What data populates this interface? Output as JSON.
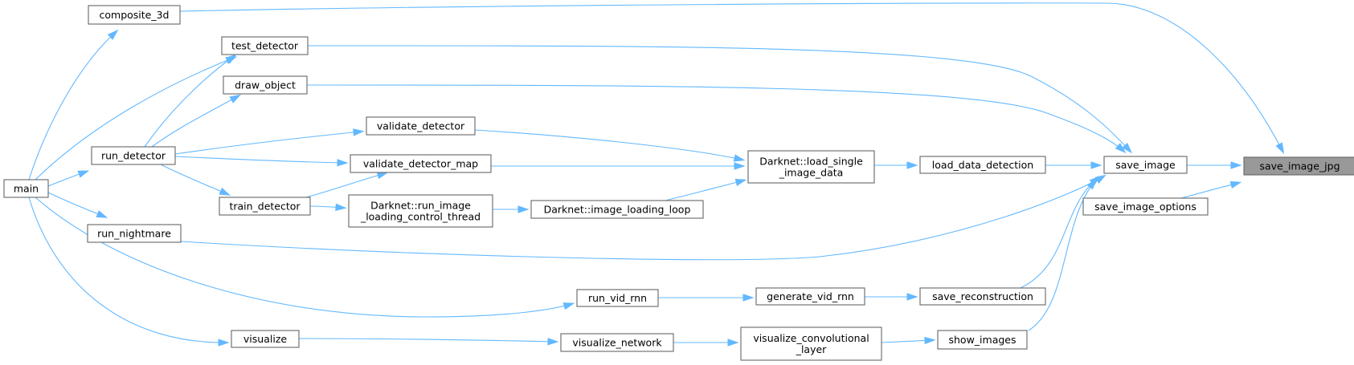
{
  "diagram": {
    "root": "save_image_jpg",
    "nodes": {
      "save_image_jpg": [
        "save_image_jpg"
      ],
      "save_image": [
        "save_image"
      ],
      "save_image_options": [
        "save_image_options"
      ],
      "composite_3d": [
        "composite_3d"
      ],
      "test_detector": [
        "test_detector"
      ],
      "draw_object": [
        "draw_object"
      ],
      "load_data_detection": [
        "load_data_detection"
      ],
      "save_reconstruction": [
        "save_reconstruction"
      ],
      "show_images": [
        "show_images"
      ],
      "run_nightmare": [
        "run_nightmare"
      ],
      "load_single_image_data": [
        "Darknet::load_single",
        "_image_data"
      ],
      "generate_vid_rnn": [
        "generate_vid_rnn"
      ],
      "visualize_convolutional_layer": [
        "visualize_convolutional",
        "_layer"
      ],
      "validate_detector": [
        "validate_detector"
      ],
      "validate_detector_map": [
        "validate_detector_map"
      ],
      "image_loading_loop": [
        "Darknet::image_loading_loop"
      ],
      "run_vid_rnn": [
        "run_vid_rnn"
      ],
      "visualize_network": [
        "visualize_network"
      ],
      "run_image_loading_control_thread": [
        "Darknet::run_image",
        "_loading_control_thread"
      ],
      "visualize": [
        "visualize"
      ],
      "train_detector": [
        "train_detector"
      ],
      "run_detector": [
        "run_detector"
      ],
      "main": [
        "main"
      ]
    },
    "edges": [
      [
        "save_image",
        "save_image_jpg"
      ],
      [
        "save_image_options",
        "save_image_jpg"
      ],
      [
        "composite_3d",
        "save_image_jpg"
      ],
      [
        "test_detector",
        "save_image"
      ],
      [
        "draw_object",
        "save_image"
      ],
      [
        "load_data_detection",
        "save_image"
      ],
      [
        "run_nightmare",
        "save_image"
      ],
      [
        "save_reconstruction",
        "save_image"
      ],
      [
        "show_images",
        "save_image"
      ],
      [
        "main",
        "composite_3d"
      ],
      [
        "run_detector",
        "test_detector"
      ],
      [
        "main",
        "test_detector"
      ],
      [
        "run_detector",
        "draw_object"
      ],
      [
        "load_single_image_data",
        "load_data_detection"
      ],
      [
        "main",
        "run_nightmare"
      ],
      [
        "generate_vid_rnn",
        "save_reconstruction"
      ],
      [
        "visualize_convolutional_layer",
        "show_images"
      ],
      [
        "validate_detector",
        "load_single_image_data"
      ],
      [
        "validate_detector_map",
        "load_single_image_data"
      ],
      [
        "image_loading_loop",
        "load_single_image_data"
      ],
      [
        "run_vid_rnn",
        "generate_vid_rnn"
      ],
      [
        "visualize_network",
        "visualize_convolutional_layer"
      ],
      [
        "run_detector",
        "validate_detector"
      ],
      [
        "run_detector",
        "validate_detector_map"
      ],
      [
        "train_detector",
        "validate_detector_map"
      ],
      [
        "run_image_loading_control_thread",
        "image_loading_loop"
      ],
      [
        "main",
        "run_vid_rnn"
      ],
      [
        "visualize",
        "visualize_network"
      ],
      [
        "train_detector",
        "run_image_loading_control_thread"
      ],
      [
        "main",
        "visualize"
      ],
      [
        "run_detector",
        "train_detector"
      ],
      [
        "main",
        "run_detector"
      ]
    ]
  },
  "colors": {
    "edge": "#63b8ff",
    "node_border": "#666666",
    "root_fill": "#999999",
    "background": "#ffffff"
  }
}
